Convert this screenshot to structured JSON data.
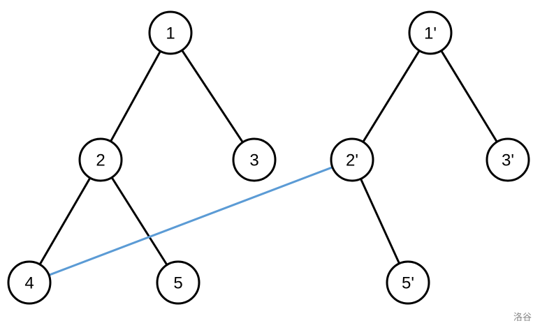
{
  "nodes": [
    {
      "id": "1",
      "label": "1"
    },
    {
      "id": "2",
      "label": "2"
    },
    {
      "id": "3",
      "label": "3"
    },
    {
      "id": "4",
      "label": "4"
    },
    {
      "id": "5",
      "label": "5"
    },
    {
      "id": "1p",
      "label": "1'"
    },
    {
      "id": "2p",
      "label": "2'"
    },
    {
      "id": "3p",
      "label": "3'"
    },
    {
      "id": "5p",
      "label": "5'"
    }
  ],
  "edges": [
    {
      "from": "1",
      "to": "2",
      "kind": "tree"
    },
    {
      "from": "1",
      "to": "3",
      "kind": "tree"
    },
    {
      "from": "2",
      "to": "4",
      "kind": "tree"
    },
    {
      "from": "2",
      "to": "5",
      "kind": "tree"
    },
    {
      "from": "1p",
      "to": "2p",
      "kind": "tree"
    },
    {
      "from": "1p",
      "to": "3p",
      "kind": "tree"
    },
    {
      "from": "2p",
      "to": "5p",
      "kind": "tree"
    },
    {
      "from": "4",
      "to": "2p",
      "kind": "link"
    }
  ],
  "colors": {
    "tree_edge": "#000000",
    "link_edge": "#5b9bd5",
    "node_fill": "#ffffff",
    "node_stroke": "#000000"
  },
  "watermark": "洛谷"
}
